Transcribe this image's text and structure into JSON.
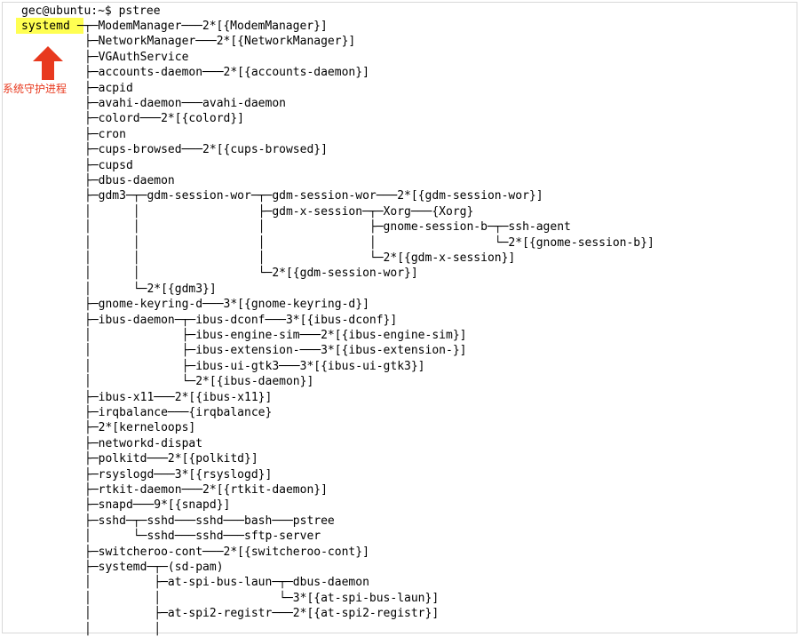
{
  "prompt": "gec@ubuntu:~$ pstree",
  "root_process": "systemd",
  "annotation": {
    "text": "系统守护进程",
    "color": "#e8391e",
    "arrow_icon": "up-arrow-icon"
  },
  "colors": {
    "highlight": "#ffff52",
    "text": "#000000"
  },
  "tree_lines": [
    "─┬─ModemManager───2*[{ModemManager}]",
    "├─NetworkManager───2*[{NetworkManager}]",
    "├─VGAuthService",
    "├─accounts-daemon───2*[{accounts-daemon}]",
    "├─acpid",
    "├─avahi-daemon───avahi-daemon",
    "├─colord───2*[{colord}]",
    "├─cron",
    "├─cups-browsed───2*[{cups-browsed}]",
    "├─cupsd",
    "├─dbus-daemon",
    "├─gdm3─┬─gdm-session-wor─┬─gdm-session-wor───2*[{gdm-session-wor}]",
    "│      │                 ├─gdm-x-session─┬─Xorg───{Xorg}",
    "│      │                 │               ├─gnome-session-b─┬─ssh-agent",
    "│      │                 │               │                 └─2*[{gnome-session-b}]",
    "│      │                 │               └─2*[{gdm-x-session}]",
    "│      │                 └─2*[{gdm-session-wor}]",
    "│      └─2*[{gdm3}]",
    "├─gnome-keyring-d───3*[{gnome-keyring-d}]",
    "├─ibus-daemon─┬─ibus-dconf───3*[{ibus-dconf}]",
    "│             ├─ibus-engine-sim───2*[{ibus-engine-sim}]",
    "│             ├─ibus-extension-───3*[{ibus-extension-}]",
    "│             ├─ibus-ui-gtk3───3*[{ibus-ui-gtk3}]",
    "│             └─2*[{ibus-daemon}]",
    "├─ibus-x11───2*[{ibus-x11}]",
    "├─irqbalance───{irqbalance}",
    "├─2*[kerneloops]",
    "├─networkd-dispat",
    "├─polkitd───2*[{polkitd}]",
    "├─rsyslogd───3*[{rsyslogd}]",
    "├─rtkit-daemon───2*[{rtkit-daemon}]",
    "├─snapd───9*[{snapd}]",
    "├─sshd─┬─sshd───sshd───bash───pstree",
    "│      └─sshd───sshd───sftp-server",
    "├─switcheroo-cont───2*[{switcheroo-cont}]",
    "├─systemd─┬─(sd-pam)",
    "│         ├─at-spi-bus-laun─┬─dbus-daemon",
    "│         │                 └─3*[{at-spi-bus-laun}]",
    "│         ├─at-spi2-registr───2*[{at-spi2-registr}]",
    "│         │"
  ]
}
